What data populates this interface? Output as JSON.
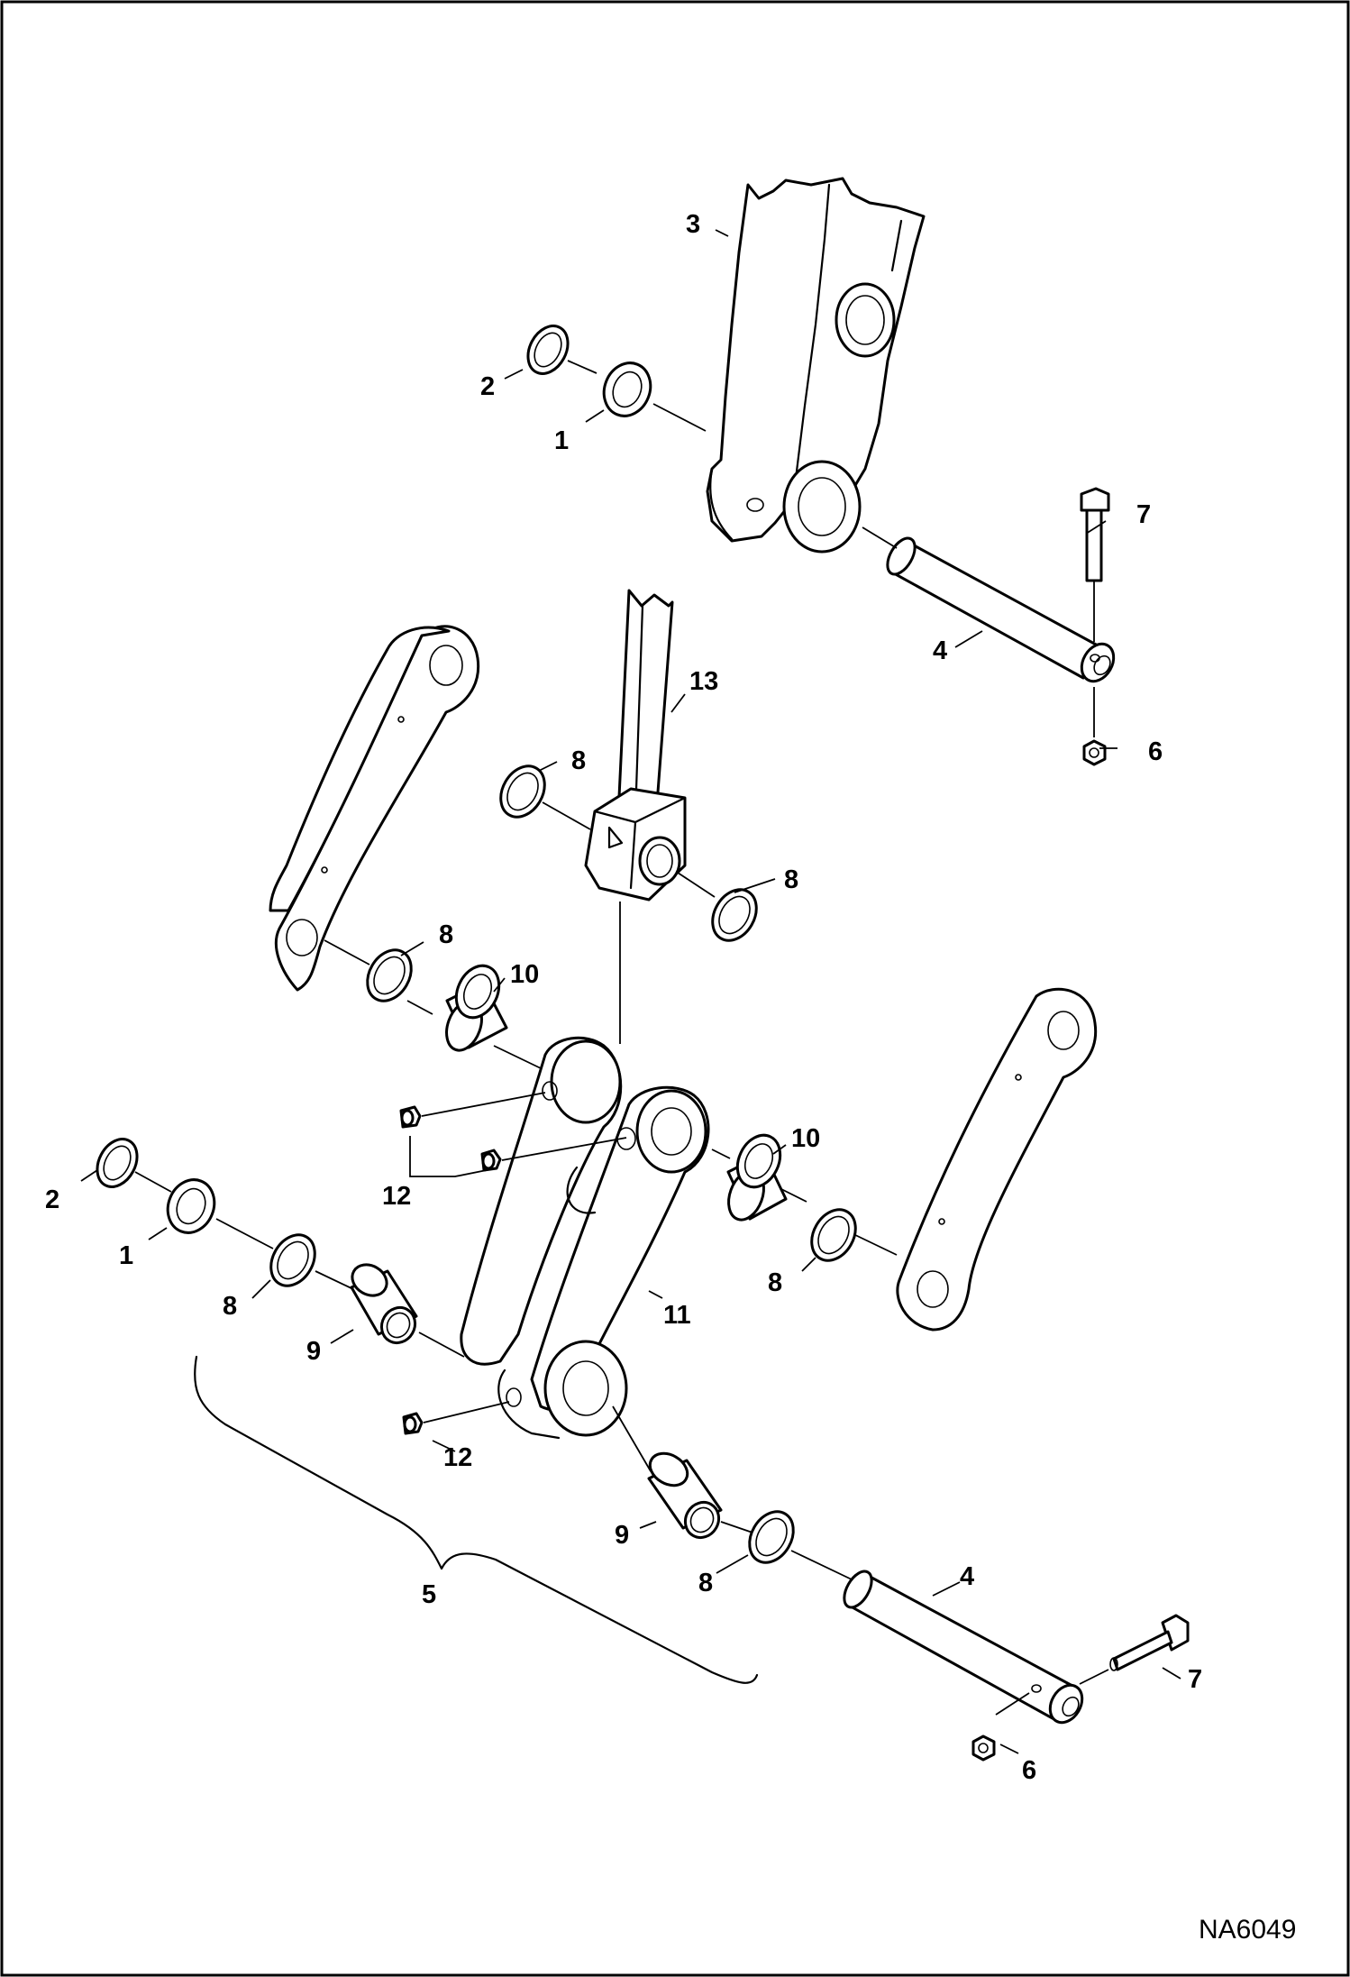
{
  "drawing_id": "NA6049",
  "callouts": {
    "c1a": "1",
    "c1b": "1",
    "c2a": "2",
    "c2b": "2",
    "c3": "3",
    "c4a": "4",
    "c4b": "4",
    "c5": "5",
    "c6a": "6",
    "c6b": "6",
    "c7a": "7",
    "c7b": "7",
    "c8a": "8",
    "c8b": "8",
    "c8c": "8",
    "c8d": "8",
    "c8e": "8",
    "c8f": "8",
    "c9a": "9",
    "c9b": "9",
    "c10a": "10",
    "c10b": "10",
    "c11": "11",
    "c12a": "12",
    "c12b": "12",
    "c13": "13"
  }
}
